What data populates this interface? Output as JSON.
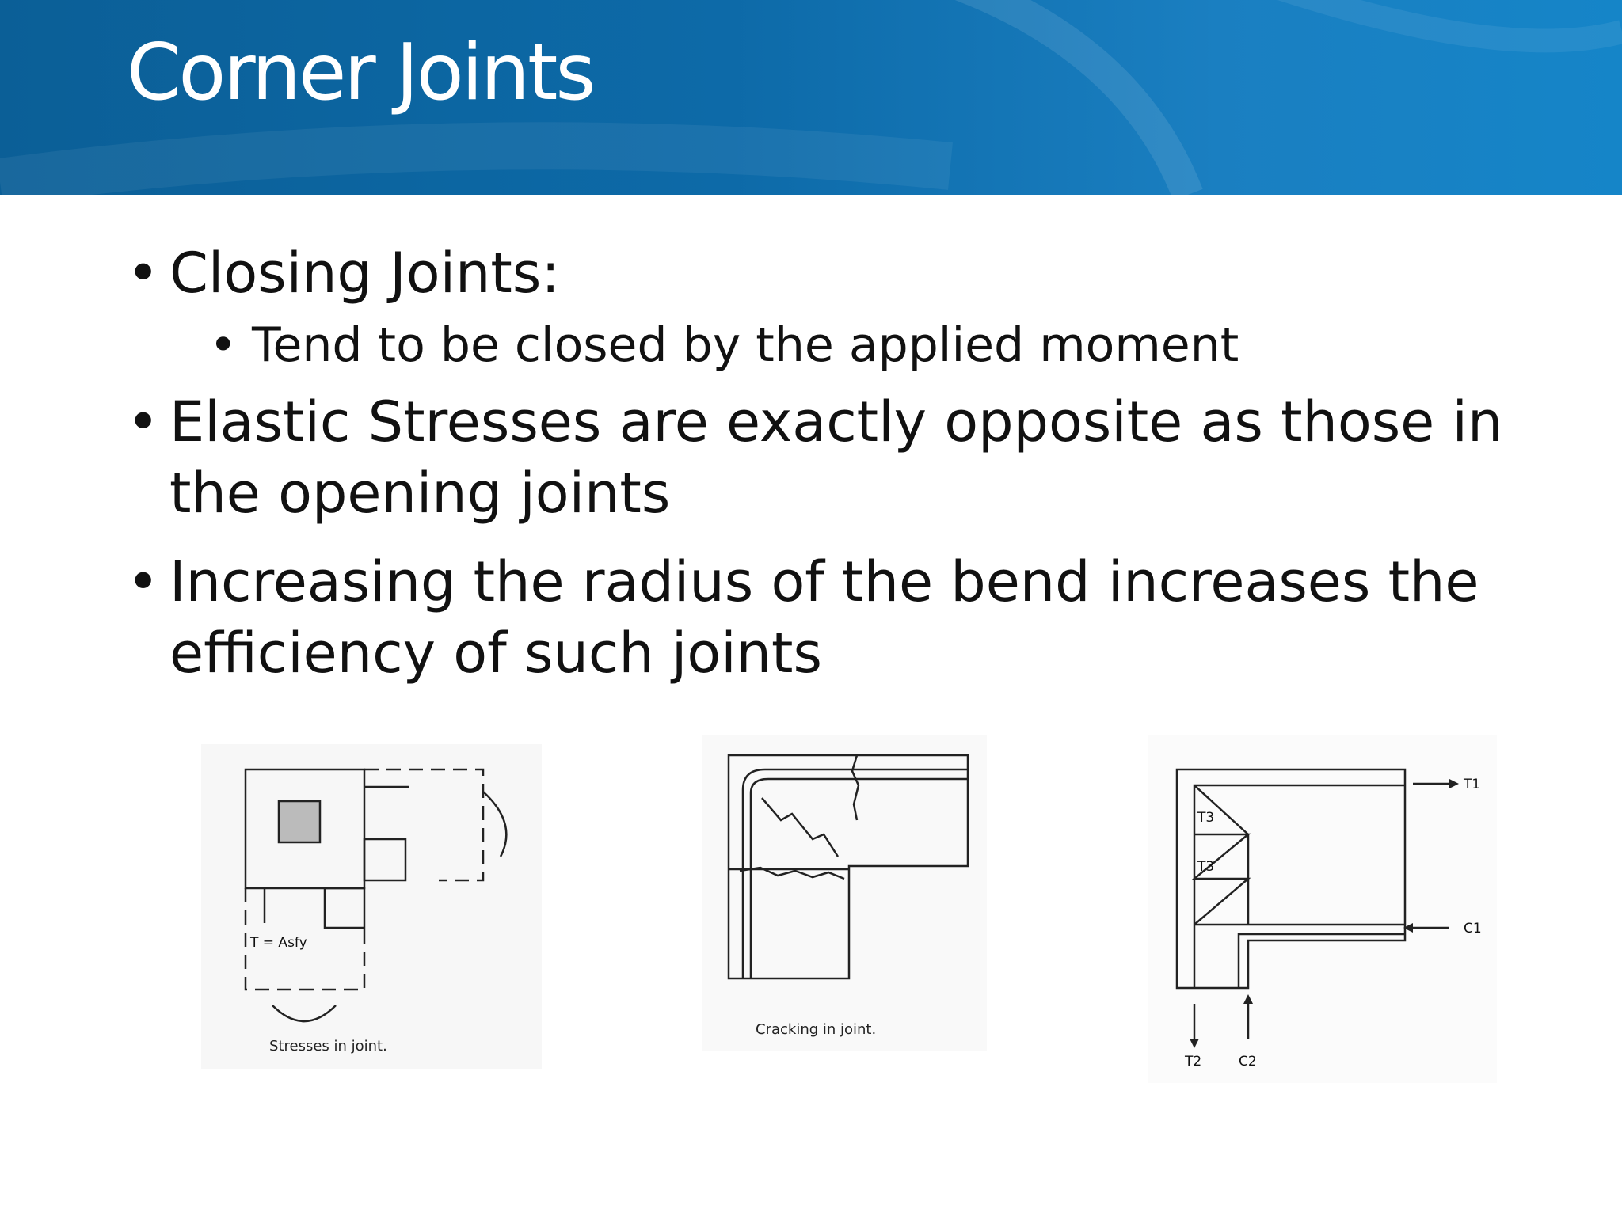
{
  "slide": {
    "title": "Corner Joints",
    "colors": {
      "banner": "#0d6aa8",
      "title_text": "#ffffff",
      "body_text": "#111111"
    }
  },
  "bullets": [
    {
      "text": "Closing Joints:",
      "sub": [
        "Tend to be closed by the applied moment"
      ]
    },
    {
      "text": "Elastic Stresses are exactly opposite as those in the opening joints",
      "sub": []
    },
    {
      "text": "Increasing the radius of the bend increases the efficiency of such joints",
      "sub": []
    }
  ],
  "figures": [
    {
      "caption": "Stresses in joint.",
      "formula": "T = Asfy"
    },
    {
      "caption": "Cracking in joint."
    },
    {
      "labels": {
        "t1": "T1",
        "t2": "T2",
        "t3": "T3",
        "c1": "C1",
        "c2": "C2"
      }
    }
  ]
}
